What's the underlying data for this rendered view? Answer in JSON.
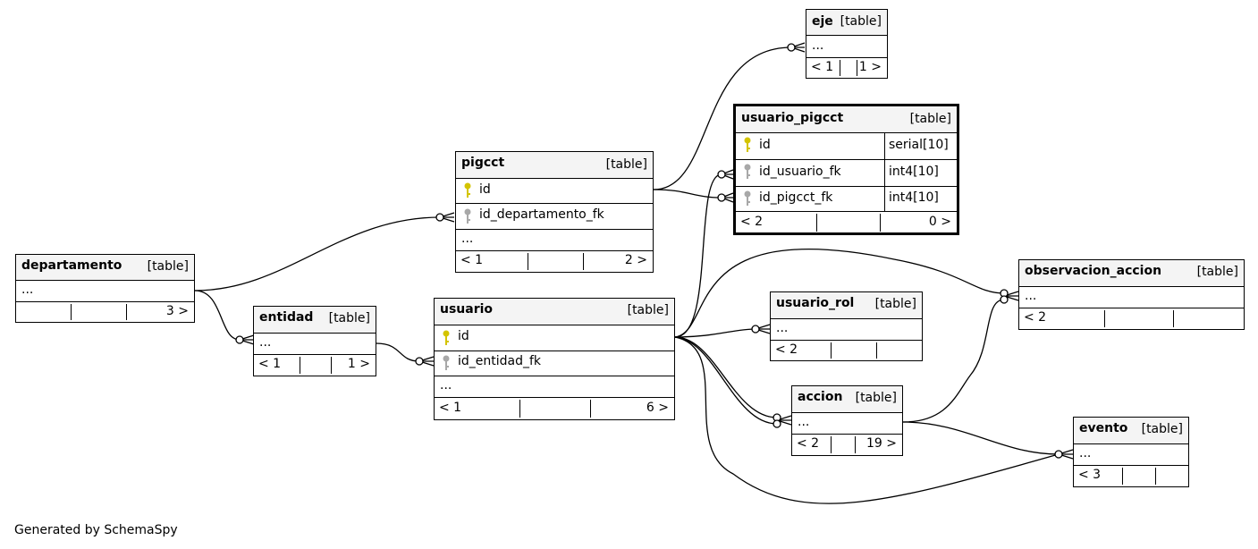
{
  "footer_text": "Generated by SchemaSpy",
  "type_label": "[table]",
  "more_label": "...",
  "tables": {
    "eje": {
      "name": "eje",
      "prev": "< 1",
      "next": "1 >"
    },
    "usuario_pigcct": {
      "name": "usuario_pigcct",
      "prev": "< 2",
      "next": "0 >",
      "columns": [
        {
          "name": "id",
          "type": "serial[10]",
          "key": "primary-key-icon"
        },
        {
          "name": "id_usuario_fk",
          "type": "int4[10]",
          "key": "foreign-key-icon"
        },
        {
          "name": "id_pigcct_fk",
          "type": "int4[10]",
          "key": "foreign-key-icon"
        }
      ]
    },
    "pigcct": {
      "name": "pigcct",
      "prev": "< 1",
      "next": "2 >",
      "columns": [
        {
          "name": "id",
          "key": "primary-key-icon"
        },
        {
          "name": "id_departamento_fk",
          "key": "foreign-key-icon"
        }
      ]
    },
    "departamento": {
      "name": "departamento",
      "next": "3 >"
    },
    "entidad": {
      "name": "entidad",
      "prev": "< 1",
      "next": "1 >"
    },
    "usuario": {
      "name": "usuario",
      "prev": "< 1",
      "next": "6 >",
      "columns": [
        {
          "name": "id",
          "key": "primary-key-icon"
        },
        {
          "name": "id_entidad_fk",
          "key": "foreign-key-icon"
        }
      ]
    },
    "usuario_rol": {
      "name": "usuario_rol",
      "prev": "< 2"
    },
    "observacion_accion": {
      "name": "observacion_accion",
      "prev": "< 2"
    },
    "accion": {
      "name": "accion",
      "prev": "< 2",
      "next": "19 >"
    },
    "evento": {
      "name": "evento",
      "prev": "< 3"
    }
  },
  "colors": {
    "primary_key": "#d4c400",
    "foreign_key": "#a8a8a8",
    "header_bg": "#f4f4f4"
  }
}
